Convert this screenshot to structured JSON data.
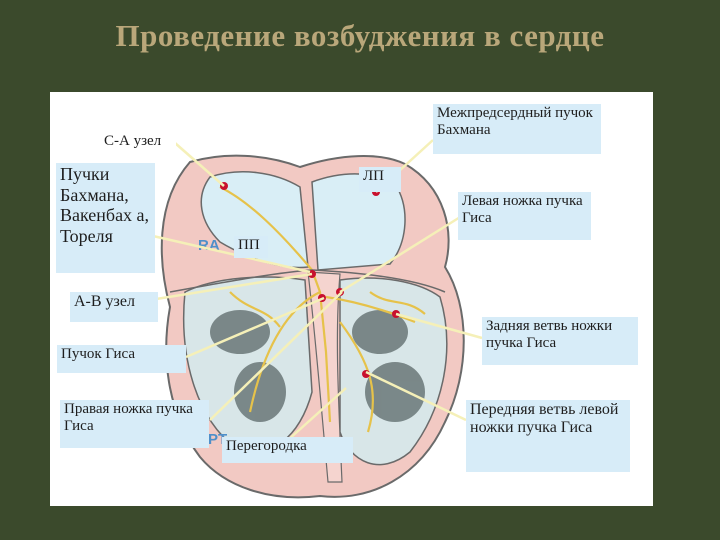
{
  "title": "Проведение возбуджения в сердце",
  "colors": {
    "background": "#3b4a2c",
    "title": "#b9a77a",
    "label_bg": "#d7ecf8",
    "pointer_line": "#f5f0b8",
    "node": "#c8102e"
  },
  "labels": {
    "sa_node": "С-А узел",
    "bachmann_interatrial": "Межпредсердный пучок Бахмана",
    "bachmann_bundles": "Пучки Бахмана, Вакенбах а, Тореля",
    "la": "ЛП",
    "ra": "ПП",
    "left_bundle_branch": "Левая ножка пучка Гиса",
    "av_node": "А-В узел",
    "posterior_fascicle": "Задняя ветвь ножки пучка Гиса",
    "his_bundle": "Пучок Гиса",
    "right_bundle_branch": "Правая ножка пучка Гиса",
    "anterior_fascicle": "Передняя ветвь левой ножки пучка Гиса",
    "septum": "Перегородка"
  },
  "diagram_marks": {
    "ra_mark": "RA",
    "sept_mark": "PT"
  }
}
